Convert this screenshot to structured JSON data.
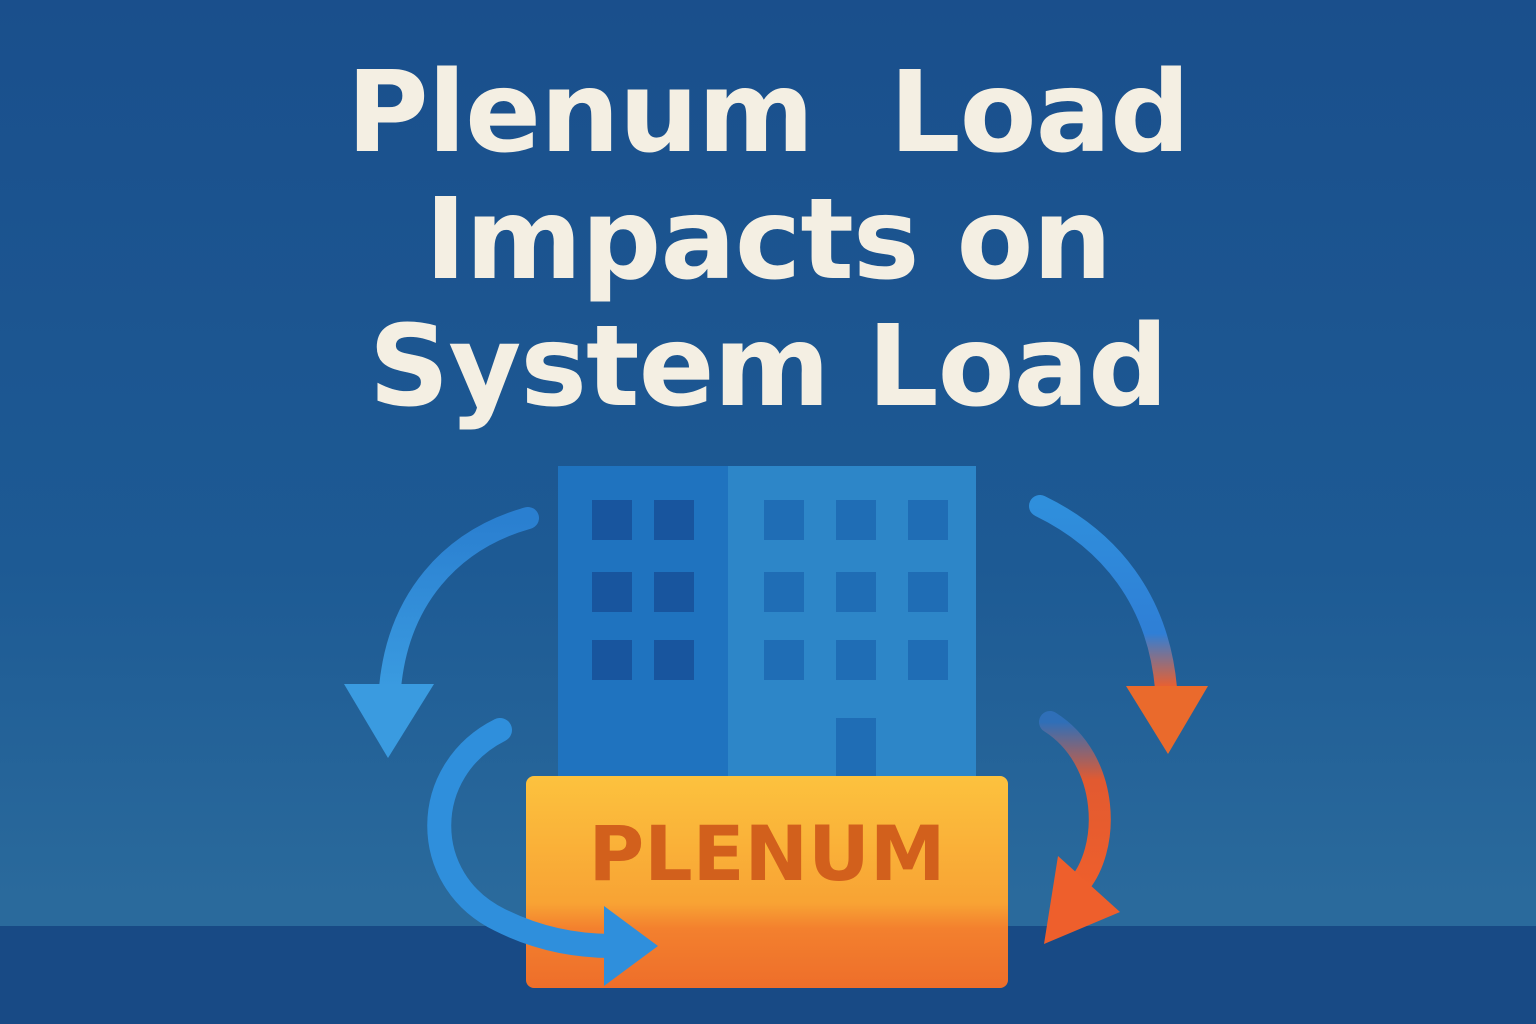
{
  "title": {
    "line1": "Plenum  Load",
    "line2": "Impacts on",
    "line3": "System Load"
  },
  "plenum": {
    "label": "PLENUM"
  },
  "colors": {
    "background": "#1d5a94",
    "title_text": "#f4efe3",
    "building": "#2d86c8",
    "plenum_top": "#fbbf3c",
    "plenum_bottom": "#f07a2e",
    "plenum_text": "#d2601c",
    "arrow_blue": "#2f8fdc",
    "arrow_orange": "#ee5f2c"
  },
  "icons": [
    "building-icon",
    "curved-arrow-left-icon",
    "curved-arrow-right-icon",
    "return-arrow-left-icon",
    "return-arrow-right-icon"
  ]
}
